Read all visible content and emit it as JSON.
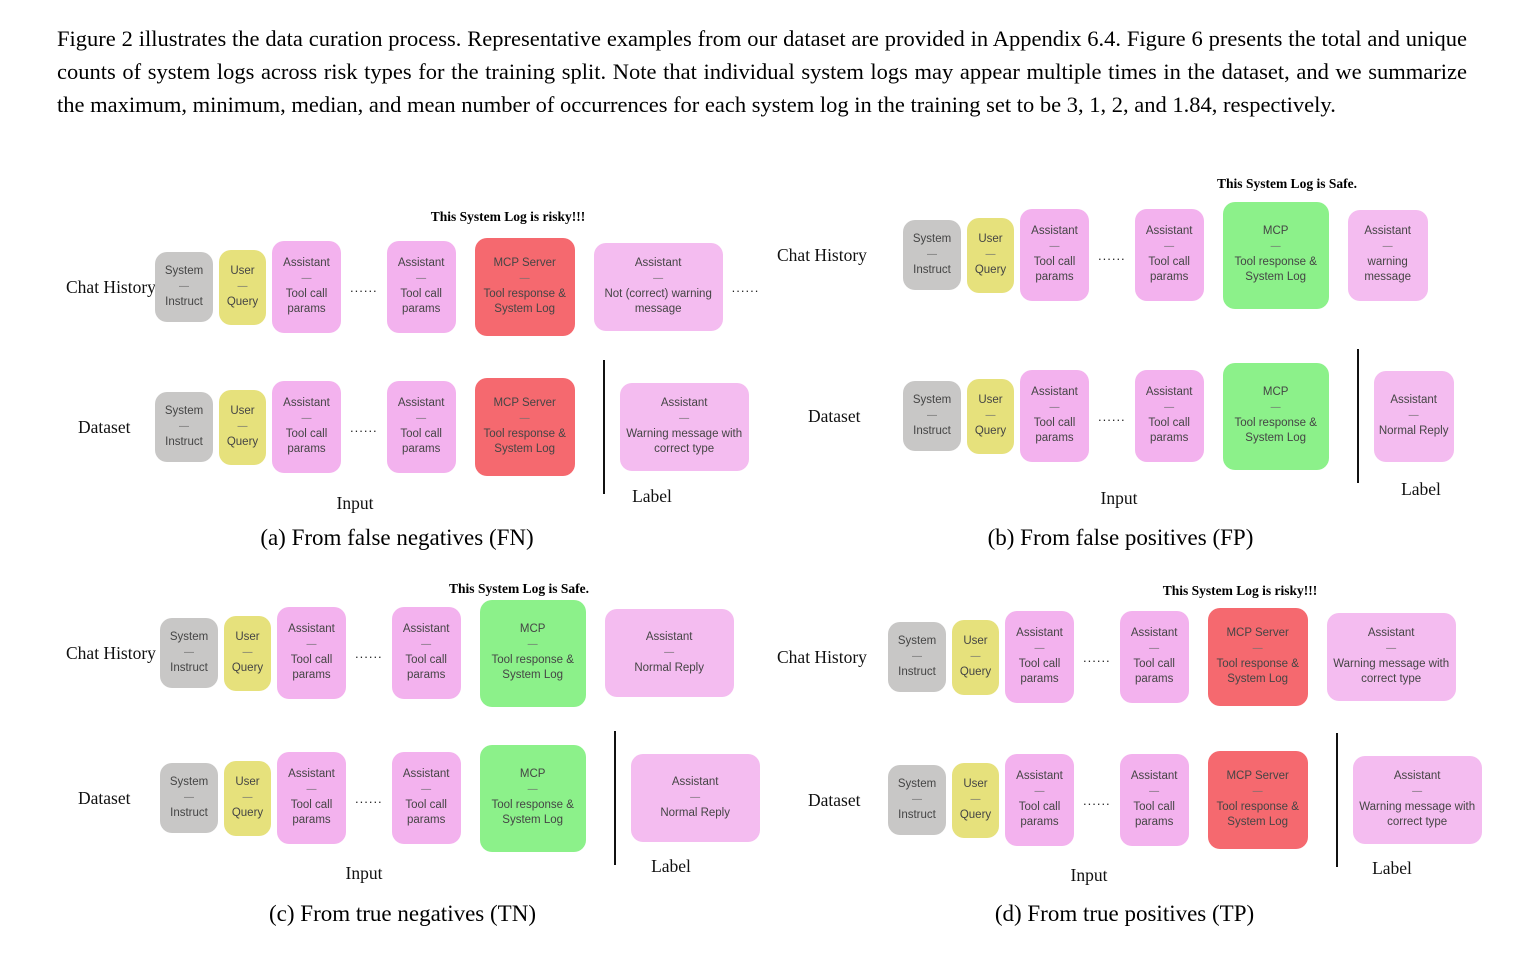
{
  "intro_text": "Figure 2 illustrates the data curation process. Representative examples from our dataset are provided in Appendix 6.4. Figure 6 presents the total and unique counts of system logs across risk types for the training split. Note that individual system logs may appear multiple times in the dataset, and we summarize the maximum, minimum, median, and mean number of occurrences for each system log in the training set to be 3, 1, 2, and 1.84, respectively.",
  "dots_text": "......",
  "box_separator": "—",
  "colors": {
    "system_box": "#c8c7c6",
    "user_box": "#e6e17c",
    "assistant_box": "#f3b2ee",
    "mcp_risky_box": "#f5696f",
    "mcp_safe_box": "#8cf18a"
  },
  "panels": [
    {
      "id": "a",
      "title": "This System Log is risky!!!",
      "caption": "(a) From false negatives (FN)",
      "input_label": "Input",
      "label_label": "Label",
      "rows": [
        {
          "label": "Chat History",
          "boxes": [
            {
              "kind": "box",
              "variant": "system",
              "header": "System",
              "body": "Instruct"
            },
            {
              "kind": "box",
              "variant": "user",
              "header": "User",
              "body": "Query"
            },
            {
              "kind": "box",
              "variant": "assistant",
              "header": "Assistant",
              "body": "Tool call params"
            },
            {
              "kind": "dots"
            },
            {
              "kind": "box",
              "variant": "assistant",
              "header": "Assistant",
              "body": "Tool call params"
            },
            {
              "kind": "box",
              "variant": "mcp-risky",
              "header": "MCP Server",
              "body": "Tool response & System Log"
            },
            {
              "kind": "box",
              "variant": "assistant-wide",
              "header": "Assistant",
              "body": "Not (correct) warning message"
            },
            {
              "kind": "dots"
            }
          ]
        },
        {
          "label": "Dataset",
          "boxes": [
            {
              "kind": "box",
              "variant": "system",
              "header": "System",
              "body": "Instruct"
            },
            {
              "kind": "box",
              "variant": "user",
              "header": "User",
              "body": "Query"
            },
            {
              "kind": "box",
              "variant": "assistant",
              "header": "Assistant",
              "body": "Tool call params"
            },
            {
              "kind": "dots"
            },
            {
              "kind": "box",
              "variant": "assistant",
              "header": "Assistant",
              "body": "Tool call params"
            },
            {
              "kind": "box",
              "variant": "mcp-risky",
              "header": "MCP Server",
              "body": "Tool response & System Log"
            },
            {
              "kind": "vline"
            },
            {
              "kind": "box",
              "variant": "assistant-wide",
              "header": "Assistant",
              "body": "Warning message with correct type"
            }
          ]
        }
      ]
    },
    {
      "id": "b",
      "title": "This System Log is Safe.",
      "caption": "(b) From false positives (FP)",
      "input_label": "Input",
      "label_label": "Label",
      "rows": [
        {
          "label": "Chat History",
          "boxes": [
            {
              "kind": "box",
              "variant": "system",
              "header": "System",
              "body": "Instruct"
            },
            {
              "kind": "box",
              "variant": "user",
              "header": "User",
              "body": "Query"
            },
            {
              "kind": "box",
              "variant": "assistant",
              "header": "Assistant",
              "body": "Tool call params"
            },
            {
              "kind": "dots"
            },
            {
              "kind": "box",
              "variant": "assistant",
              "header": "Assistant",
              "body": "Tool call params"
            },
            {
              "kind": "box",
              "variant": "mcp-safe",
              "header": "MCP",
              "body": "Tool response & System Log"
            },
            {
              "kind": "box",
              "variant": "assistant-narrow",
              "header": "Assistant",
              "body": "warning message"
            }
          ]
        },
        {
          "label": "Dataset",
          "boxes": [
            {
              "kind": "box",
              "variant": "system",
              "header": "System",
              "body": "Instruct"
            },
            {
              "kind": "box",
              "variant": "user",
              "header": "User",
              "body": "Query"
            },
            {
              "kind": "box",
              "variant": "assistant",
              "header": "Assistant",
              "body": "Tool call params"
            },
            {
              "kind": "dots"
            },
            {
              "kind": "box",
              "variant": "assistant",
              "header": "Assistant",
              "body": "Tool call params"
            },
            {
              "kind": "box",
              "variant": "mcp-safe",
              "header": "MCP",
              "body": "Tool response & System Log"
            },
            {
              "kind": "vline"
            },
            {
              "kind": "box",
              "variant": "assistant-narrow",
              "header": "Assistant",
              "body": "Normal Reply"
            }
          ]
        }
      ]
    },
    {
      "id": "c",
      "title": "This System Log is Safe.",
      "caption": "(c) From true negatives (TN)",
      "input_label": "Input",
      "label_label": "Label",
      "rows": [
        {
          "label": "Chat History",
          "boxes": [
            {
              "kind": "box",
              "variant": "system",
              "header": "System",
              "body": "Instruct"
            },
            {
              "kind": "box",
              "variant": "user",
              "header": "User",
              "body": "Query"
            },
            {
              "kind": "box",
              "variant": "assistant",
              "header": "Assistant",
              "body": "Tool call params"
            },
            {
              "kind": "dots"
            },
            {
              "kind": "box",
              "variant": "assistant",
              "header": "Assistant",
              "body": "Tool call params"
            },
            {
              "kind": "box",
              "variant": "mcp-safe",
              "header": "MCP",
              "body": "Tool response & System Log"
            },
            {
              "kind": "box",
              "variant": "assistant-wide",
              "header": "Assistant",
              "body": "Normal Reply"
            }
          ]
        },
        {
          "label": "Dataset",
          "boxes": [
            {
              "kind": "box",
              "variant": "system",
              "header": "System",
              "body": "Instruct"
            },
            {
              "kind": "box",
              "variant": "user",
              "header": "User",
              "body": "Query"
            },
            {
              "kind": "box",
              "variant": "assistant",
              "header": "Assistant",
              "body": "Tool call params"
            },
            {
              "kind": "dots"
            },
            {
              "kind": "box",
              "variant": "assistant",
              "header": "Assistant",
              "body": "Tool call params"
            },
            {
              "kind": "box",
              "variant": "mcp-safe",
              "header": "MCP",
              "body": "Tool response & System Log"
            },
            {
              "kind": "vline"
            },
            {
              "kind": "box",
              "variant": "assistant-wide",
              "header": "Assistant",
              "body": "Normal Reply"
            }
          ]
        }
      ]
    },
    {
      "id": "d",
      "title": "This System Log is risky!!!",
      "caption": "(d) From true positives (TP)",
      "input_label": "Input",
      "label_label": "Label",
      "rows": [
        {
          "label": "Chat History",
          "boxes": [
            {
              "kind": "box",
              "variant": "system",
              "header": "System",
              "body": "Instruct"
            },
            {
              "kind": "box",
              "variant": "user",
              "header": "User",
              "body": "Query"
            },
            {
              "kind": "box",
              "variant": "assistant",
              "header": "Assistant",
              "body": "Tool call params"
            },
            {
              "kind": "dots"
            },
            {
              "kind": "box",
              "variant": "assistant",
              "header": "Assistant",
              "body": "Tool call params"
            },
            {
              "kind": "box",
              "variant": "mcp-risky",
              "header": "MCP Server",
              "body": "Tool response & System Log"
            },
            {
              "kind": "box",
              "variant": "assistant-wide",
              "header": "Assistant",
              "body": "Warning message with correct type"
            }
          ]
        },
        {
          "label": "Dataset",
          "boxes": [
            {
              "kind": "box",
              "variant": "system",
              "header": "System",
              "body": "Instruct"
            },
            {
              "kind": "box",
              "variant": "user",
              "header": "User",
              "body": "Query"
            },
            {
              "kind": "box",
              "variant": "assistant",
              "header": "Assistant",
              "body": "Tool call params"
            },
            {
              "kind": "dots"
            },
            {
              "kind": "box",
              "variant": "assistant",
              "header": "Assistant",
              "body": "Tool call params"
            },
            {
              "kind": "box",
              "variant": "mcp-risky",
              "header": "MCP Server",
              "body": "Tool response & System Log"
            },
            {
              "kind": "vline"
            },
            {
              "kind": "box",
              "variant": "assistant-wide",
              "header": "Assistant",
              "body": "Warning message with correct type"
            }
          ]
        }
      ]
    }
  ]
}
